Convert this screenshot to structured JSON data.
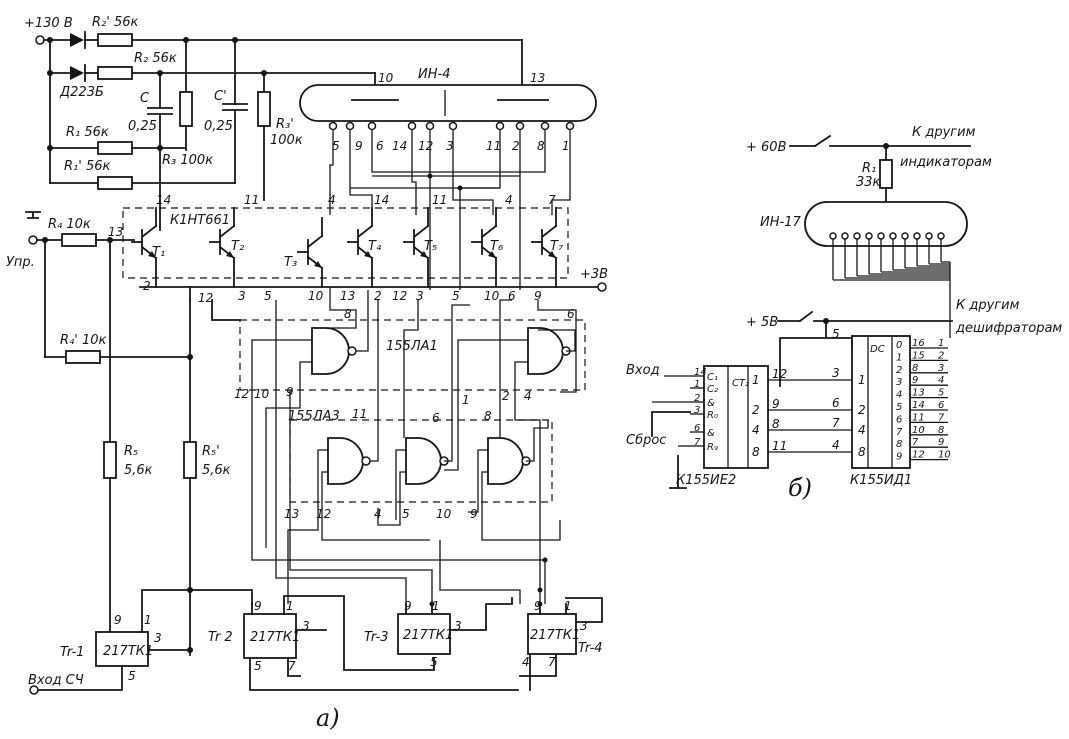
{
  "diagram_a": {
    "supply_130": "+130 В",
    "r2p": "R₂' 56к",
    "r2": "R₂ 56к",
    "diode": "Д223Б",
    "c": "C",
    "c_val": "0,25",
    "cp": "C'",
    "cp_val": "0,25",
    "r1": "R₁ 56к",
    "r1p": "R₁' 56к",
    "r3": "R₃ 100к",
    "r3p": "R₃'",
    "r3p_val": "100к",
    "tube": "ИН-4",
    "assembly": "К1НТ661",
    "r4": "R₄ 10к",
    "r4p": "R₄' 10к",
    "upr": "Упр.",
    "supply_3": "+3В",
    "t1": "T₁",
    "t2": "T₂",
    "t3": "T₃",
    "t4": "T₄",
    "t5": "T₅",
    "t6": "T₆",
    "t7": "T₇",
    "la1": "155ЛА1",
    "la3": "155ЛА3",
    "r5": "R₅",
    "r5_val": "5,6к",
    "r5p": "R₅'",
    "r5p_val": "5,6к",
    "tr1": "Tr-1",
    "tr2": "Tr 2",
    "tr3": "Tr-3",
    "tr4": "Tr-4",
    "tk1": "217ТК1",
    "input_sch": "Вход СЧ",
    "caption": "а)",
    "pins": {
      "p1": "1",
      "p2": "2",
      "p3": "3",
      "p4": "4",
      "p5": "5",
      "p6": "6",
      "p7": "7",
      "p8": "8",
      "p9": "9",
      "p10": "10",
      "p11": "11",
      "p12": "12",
      "p13": "13",
      "p14": "14"
    }
  },
  "diagram_b": {
    "supply_60": "+ 60В",
    "other_ind_1": "К другим",
    "other_ind_2": "индикаторам",
    "r1": "R₁",
    "r1_val": "33к",
    "tube": "ИН-17",
    "supply_5": "+ 5В",
    "other_dec_1": "К другим",
    "other_dec_2": "дешифраторам",
    "input": "Вход",
    "reset": "Сброс",
    "counter": "К155ИЕ2",
    "decoder": "К155ИД1",
    "ct2": "CT₂",
    "dc": "DC",
    "caption": "б)",
    "ie2_inputs": [
      "C₁",
      "C₂",
      "&",
      "R₀",
      "&",
      "R₉"
    ],
    "ie2_outs": [
      "1",
      "2",
      "4",
      "8"
    ],
    "ie2_in_pins": [
      "14",
      "1",
      "2",
      "3",
      "6",
      "7"
    ],
    "ie2_out_pins": [
      "12",
      "9",
      "8",
      "11"
    ],
    "id1_in_labels": [
      "1",
      "2",
      "4",
      "8"
    ],
    "id1_in_pins": [
      "3",
      "6",
      "7",
      "4"
    ],
    "id1_out_labels": [
      "0",
      "1",
      "2",
      "3",
      "4",
      "5",
      "6",
      "7",
      "8",
      "9"
    ],
    "id1_out_pins": [
      "16",
      "15",
      "8",
      "9",
      "13",
      "14",
      "11",
      "10",
      "7",
      "12"
    ],
    "ind_numbers": [
      "1",
      "2",
      "3",
      "4",
      "5",
      "6",
      "7",
      "8",
      "9",
      "10"
    ]
  }
}
